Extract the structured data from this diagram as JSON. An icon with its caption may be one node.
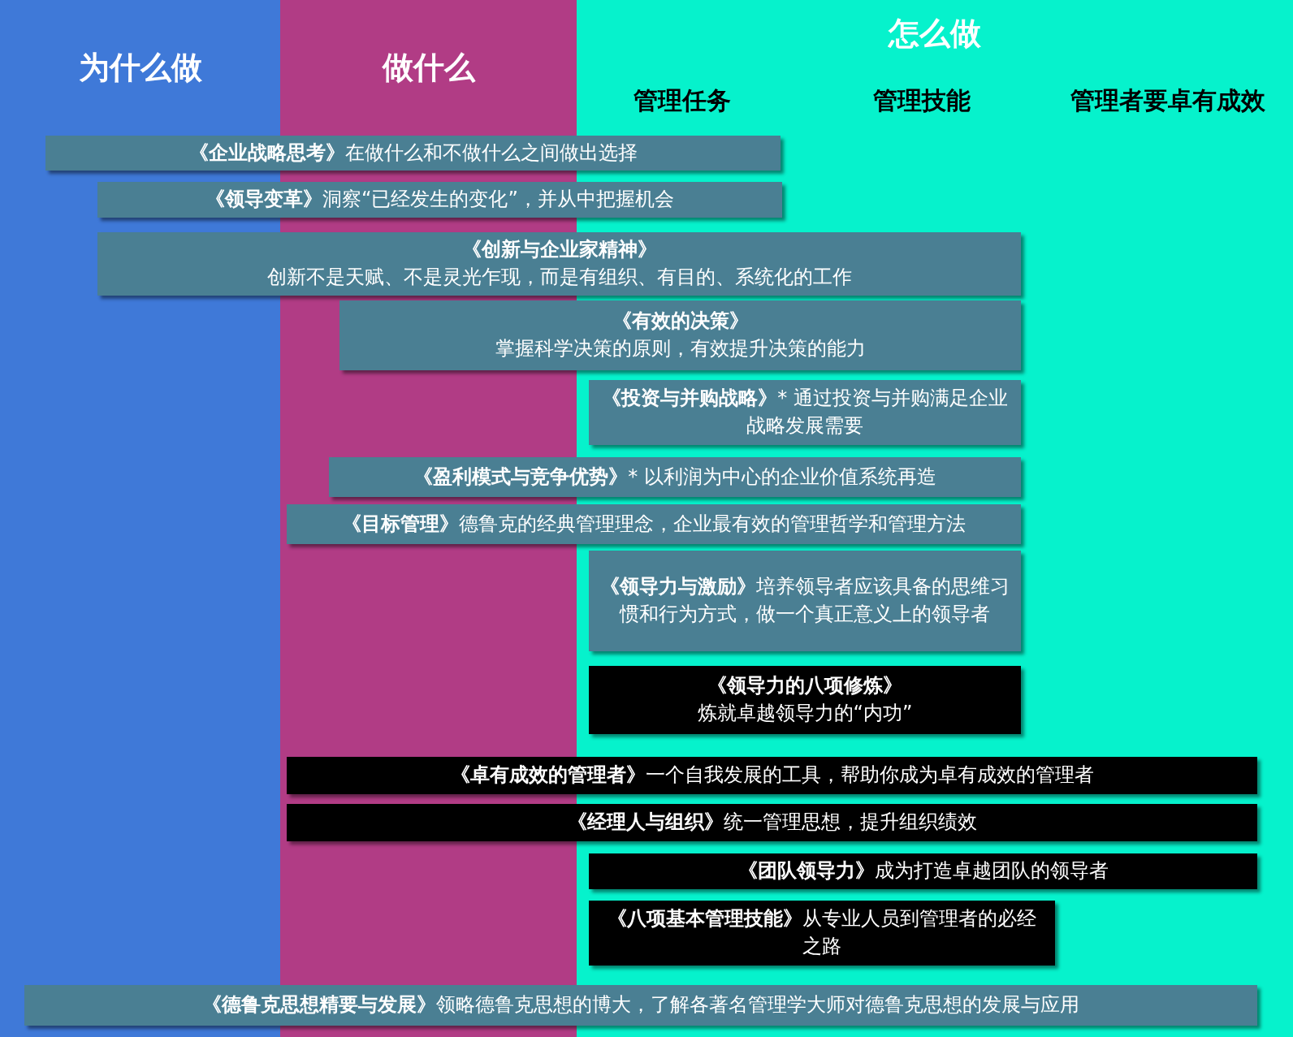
{
  "diagram": {
    "nodes": [
      {
        "text": [
          "为什么做"
        ]
      },
      {
        "text": [
          "做什么"
        ]
      },
      {
        "text": [
          "怎么做"
        ]
      },
      {
        "text": [
          "《企业战略思考》",
          "在做什么和不做什么之间做出选择"
        ]
      },
      {
        "text": [
          "《领导变革》",
          "洞察“已经发生的变化”，并从中把握机会"
        ]
      },
      {
        "text": [
          "《创新与企业家精神》",
          "创新不是天赋、不是灵光乍现，而是有组织、有目的、系统化的工作"
        ]
      },
      {
        "text": [
          "《有效的决策》",
          "掌握科学决策的原则，有效提升决策的能力"
        ]
      },
      {
        "text": [
          "《投资与并购战略》",
          "* 通过投资与并购满足企业战略发展需要"
        ],
        "in": 2
      },
      {
        "text": [
          "《盈利模式与竞争优势》",
          "* 以利润为中心的企业价值系统再造"
        ]
      },
      {
        "text": [
          "《目标管理》",
          "德鲁克的经典管理理念，企业最有效的管理哲学和管理方法"
        ]
      },
      {
        "text": [
          "《领导力与激励》",
          "培养领导者应该具备的思维习惯和行为方式，做一个真正意义上的领导者"
        ],
        "in": 2
      },
      {
        "text": [
          "《领导力的八项修炼》",
          "炼就卓越领导力的“内功”"
        ],
        "in": 2
      },
      {
        "text": [
          "《卓有成效的管理者》",
          "一个自我发展的工具，帮助你成为卓有成效的管理者"
        ]
      },
      {
        "text": [
          "《经理人与组织》",
          "统一管理思想，提升组织绩效"
        ]
      },
      {
        "text": [
          "《团队领导力》",
          "成为打造卓越团队的领导者"
        ],
        "in": 2
      },
      {
        "text": [
          "《八项基本管理技能》",
          "从专业人员到管理者的必经之路"
        ],
        "in": 2
      },
      {
        "text": [
          "《德鲁克思想精要与发展》",
          "领略德鲁克思想的博大，了解各著名管理学大师对德鲁克思想的发展与应用"
        ]
      }
    ],
    "edges": [],
    "labels": [
      "管理任务",
      "管理技能",
      "管理者要卓有成效"
    ]
  }
}
